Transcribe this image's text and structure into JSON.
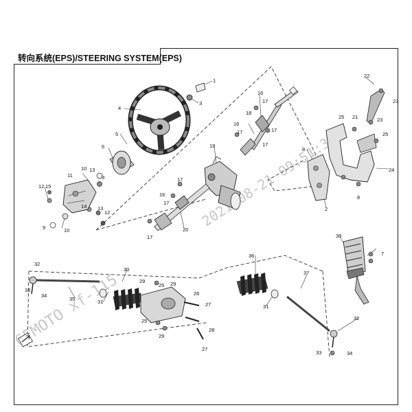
{
  "title": "转向系统(EPS)/STEERING SYSTEM(EPS)",
  "watermark": {
    "left_text": "CFMOTO xf-115",
    "right_text": "2021-08-21  09:51:35"
  },
  "callouts": {
    "n1": "1",
    "n2": "2",
    "n3": "3",
    "n4": "4",
    "n5": "5",
    "n6": "6",
    "n7": "7",
    "n8": "8",
    "n9": "9",
    "n10": "10",
    "n11": "11",
    "n12": "12",
    "n13": "13",
    "n14": "14",
    "n15": "15",
    "n16": "16",
    "n17": "17",
    "n18": "18",
    "n19": "19",
    "n20": "20",
    "n21": "21",
    "n22": "22",
    "n23": "23",
    "n24": "24",
    "n25": "25",
    "n26": "26",
    "n27": "27",
    "n28": "28",
    "n29": "29",
    "n30": "30",
    "n31": "31",
    "n32": "32",
    "n33": "33",
    "n34": "34",
    "n35": "35",
    "n36": "36",
    "n37": "37",
    "n38": "38"
  },
  "colors": {
    "line": "#222222",
    "part_fill": "#d9d9d9",
    "dark_fill": "#555555",
    "background": "#ffffff"
  },
  "icons": {
    "front_arrow": "front-direction-arrow-icon"
  }
}
